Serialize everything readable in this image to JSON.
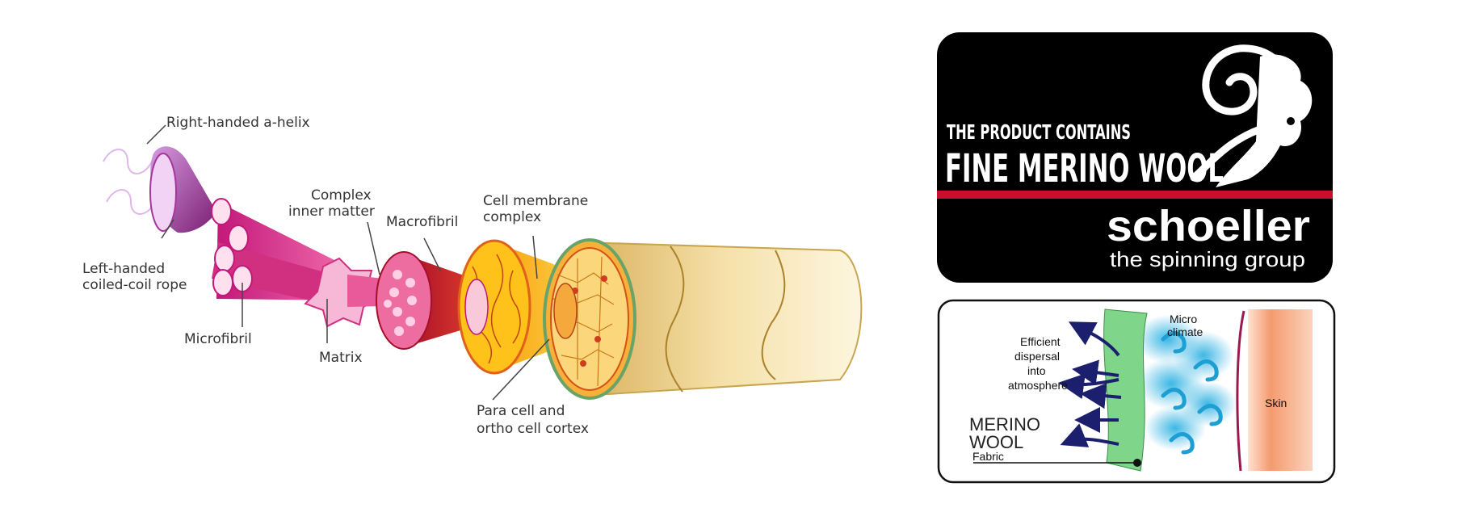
{
  "fiber_diagram": {
    "labels": {
      "right_helix": "Right-handed a-helix",
      "left_coiled": [
        "Left-handed",
        "coiled-coil rope"
      ],
      "microfibril": "Microfibril",
      "complex_inner": [
        "Complex",
        "inner matter"
      ],
      "matrix": "Matrix",
      "macrofibril": "Macrofibril",
      "cell_membrane": [
        "Cell membrane",
        "complex"
      ],
      "para_ortho": [
        "Para cell and",
        "ortho cell cortex"
      ]
    }
  },
  "brand_card": {
    "line1": "THE PRODUCT CONTAINS",
    "line2": "FINE MERINO WOOL",
    "brand": "schoeller",
    "tagline": "the spinning group",
    "colors": {
      "background": "#000000",
      "stripe": "#c8102e",
      "text": "#ffffff"
    }
  },
  "climate_card": {
    "dispersal": [
      "Efficient",
      "dispersal",
      "into",
      "atmosphere"
    ],
    "micro": [
      "Micro",
      "climate"
    ],
    "skin": "Skin",
    "merino": [
      "MERINO",
      "WOOL"
    ],
    "fabric": "Fabric",
    "colors": {
      "fabric": "#7fd68a",
      "arrows": "#1b1f6e",
      "vapor": "#3db7e4",
      "skin": "#f59a6f"
    }
  }
}
